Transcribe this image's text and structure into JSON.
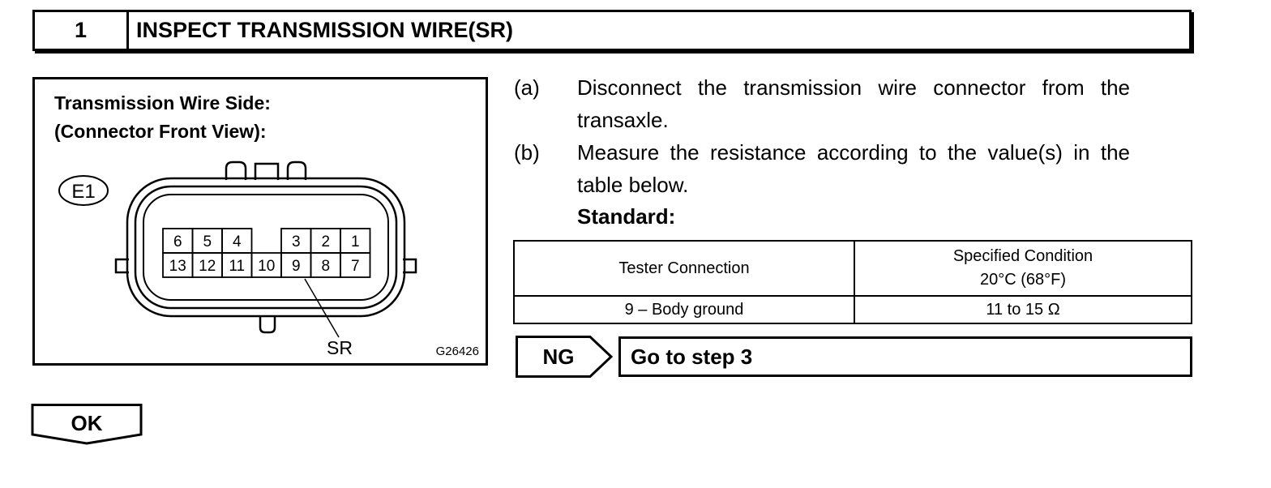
{
  "header": {
    "step": "1",
    "title": "INSPECT TRANSMISSION WIRE(SR)"
  },
  "figure": {
    "title_line1": "Transmission Wire Side:",
    "title_line2": "(Connector Front View):",
    "connector_id": "E1",
    "pins_top": [
      "6",
      "5",
      "4",
      "",
      "3",
      "2",
      "1"
    ],
    "pins_bottom": [
      "13",
      "12",
      "11",
      "10",
      "9",
      "8",
      "7"
    ],
    "pin_label": "SR",
    "figure_code": "G26426"
  },
  "steps": [
    {
      "label": "(a)",
      "line1": "Disconnect the transmission wire connector from the",
      "line2": "transaxle."
    },
    {
      "label": "(b)",
      "line1": "Measure the resistance according to the value(s) in the",
      "line2": "table below."
    }
  ],
  "standard_label": "Standard:",
  "table": {
    "col1_header": "Tester Connection",
    "col2_header_line1": "Specified Condition",
    "col2_header_line2": "20°C (68°F)",
    "rows": [
      {
        "connection": "9 – Body ground",
        "condition": "11 to 15 Ω"
      }
    ]
  },
  "ng": {
    "label": "NG",
    "action": "Go to step 3"
  },
  "ok": {
    "label": "OK"
  }
}
